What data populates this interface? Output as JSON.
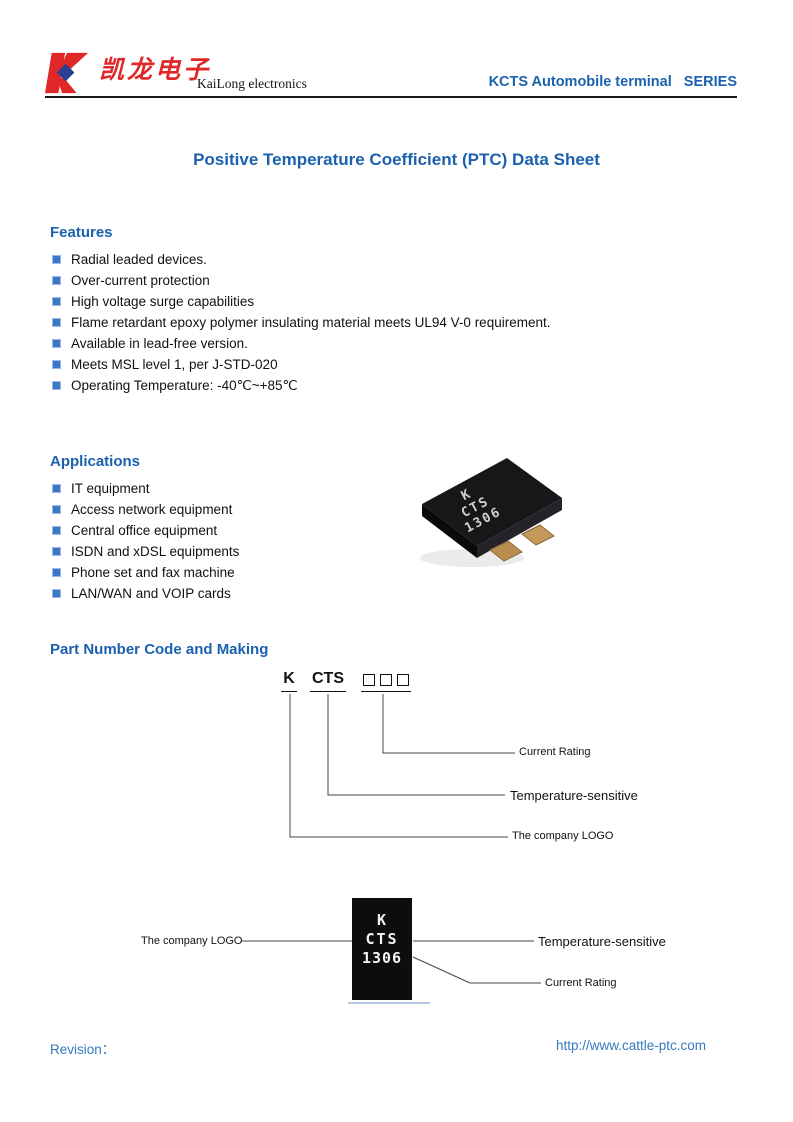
{
  "header": {
    "logo_chinese": "凯龙电子",
    "company": "KaiLong electronics",
    "series": "KCTS Automobile terminal   SERIES"
  },
  "title": "Positive Temperature Coefficient (PTC) Data Sheet",
  "features": {
    "heading": "Features",
    "items": [
      "Radial leaded devices.",
      "Over-current protection",
      "High voltage surge capabilities",
      "Flame retardant epoxy polymer insulating material meets UL94 V-0 requirement.",
      "Available in lead-free version.",
      "Meets MSL level 1, per J-STD-020",
      "Operating Temperature: -40℃~+85℃"
    ]
  },
  "applications": {
    "heading": "Applications",
    "items": [
      "IT equipment",
      "Access network equipment",
      "Central office equipment",
      "ISDN and xDSL equipments",
      "Phone set and fax machine",
      "LAN/WAN and VOIP cards"
    ]
  },
  "part_number": {
    "heading": "Part Number Code and Making",
    "code_k": "K",
    "code_cts": "CTS",
    "labels": {
      "current_rating": "Current Rating",
      "temperature_sensitive": "Temperature-sensitive",
      "company_logo": "The company LOGO"
    }
  },
  "component": {
    "line1": "K",
    "line2": "CTS",
    "line3": "1306"
  },
  "footer": {
    "revision": "Revision：",
    "url": "http://www.cattle-ptc.com"
  },
  "colors": {
    "accent_blue": "#1b61ae",
    "logo_red": "#e02828",
    "bullet_blue": "#3b79c8",
    "footer_blue": "#3579be"
  }
}
